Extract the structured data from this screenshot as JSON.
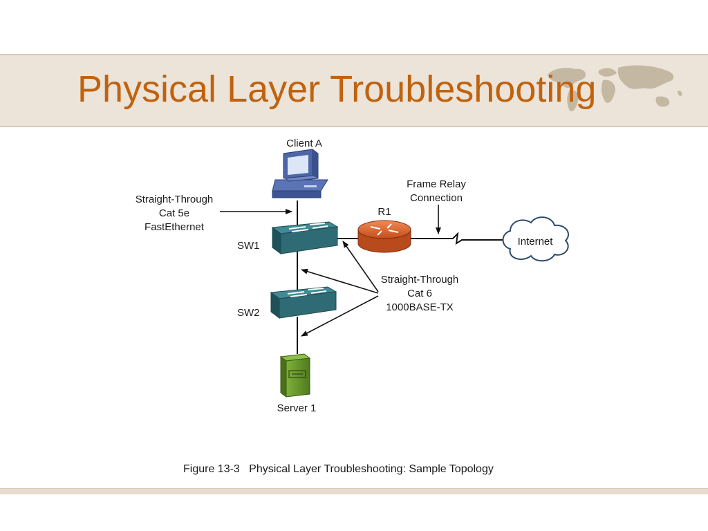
{
  "slide": {
    "title": "Physical Layer Troubleshooting",
    "caption": "Figure 13-3   Physical Layer Troubleshooting: Sample Topology"
  },
  "diagram": {
    "nodes": {
      "client_a": "Client A",
      "sw1": "SW1",
      "sw2": "SW2",
      "server1": "Server 1",
      "r1": "R1",
      "internet": "Internet"
    },
    "annotations": {
      "access_cable": [
        "Straight-Through",
        "Cat 5e",
        "FastEthernet"
      ],
      "switch_cable": [
        "Straight-Through",
        "Cat 6",
        "1000BASE-TX"
      ],
      "wan_link": [
        "Frame Relay",
        "Connection"
      ]
    }
  },
  "colors": {
    "title": "#c0620e",
    "band": "#ece4d8",
    "switch": "#2f6b74",
    "router": "#d9622e",
    "server": "#6c9a2c",
    "client": "#5b74b5"
  },
  "icons": [
    "world-map-icon",
    "workstation-icon",
    "switch-icon",
    "router-icon",
    "server-icon",
    "cloud-icon"
  ]
}
